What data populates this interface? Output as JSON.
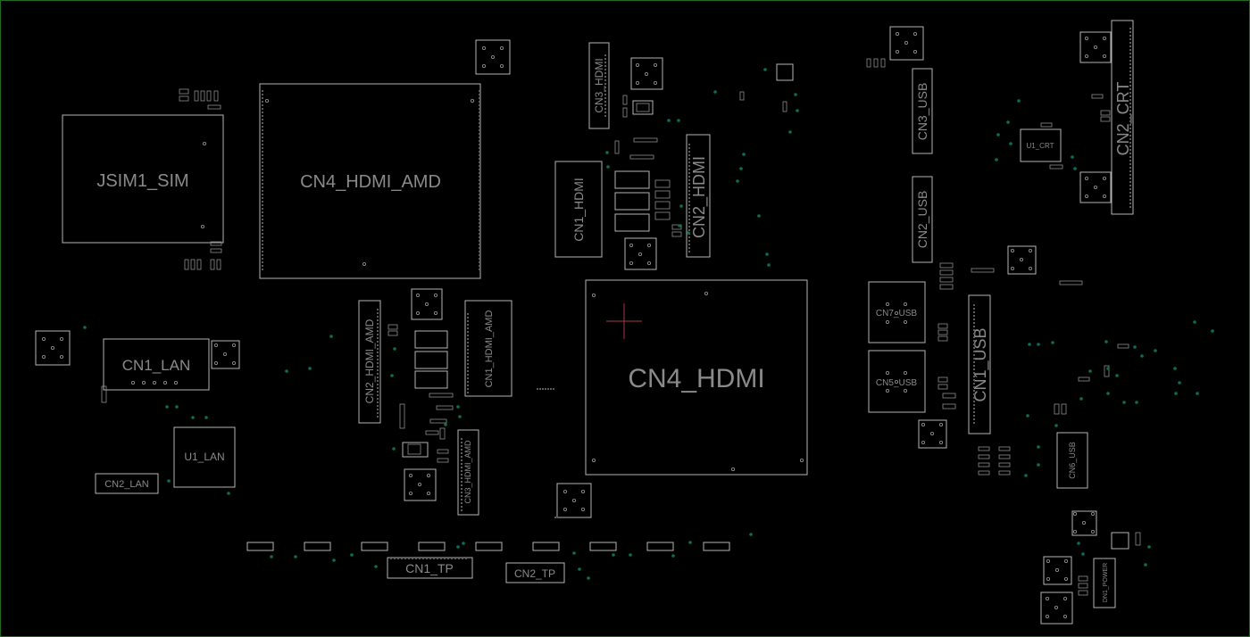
{
  "board": {
    "outline_color": "#1f6b1f",
    "background": "#000000",
    "silkscreen_color": "#b5b5b5",
    "via_color": "#0b6e5a",
    "marker_color": "#a33a47"
  },
  "components": {
    "jsim1_sim": "JSIM1_SIM",
    "cn4_hdmi_amd": "CN4_HDMI_AMD",
    "cn3_hdmi": "CN3_HDMI",
    "cn1_hdmi": "CN1_HDMI",
    "cn2_hdmi": "CN2_HDMI",
    "cn3_usb": "CN3_USB",
    "cn2_usb": "CN2_USB",
    "cn2_crt": "CN2_CRT",
    "u1_crt": "U1_CRT",
    "cn1_lan": "CN1_LAN",
    "cn2_hdmi_amd": "CN2_HDMI_AMD",
    "cn1_hdmi_amd": "CN1_HDMI_AMD",
    "cn4_hdmi": "CN4_HDMI",
    "cn7_usb": "CN7_USB",
    "cn5_usb": "CN5_USB",
    "cn1_usb": "CN1_USB",
    "u1_lan": "U1_LAN",
    "cn2_lan": "CN2_LAN",
    "cn3_hdmi_amd": "CN3_HDMI_AMD",
    "cn6_usb": "CN6_USB",
    "cn1_tp": "CN1_TP",
    "cn2_tp": "CN2_TP",
    "dn1_power": "DN1_POWER"
  }
}
